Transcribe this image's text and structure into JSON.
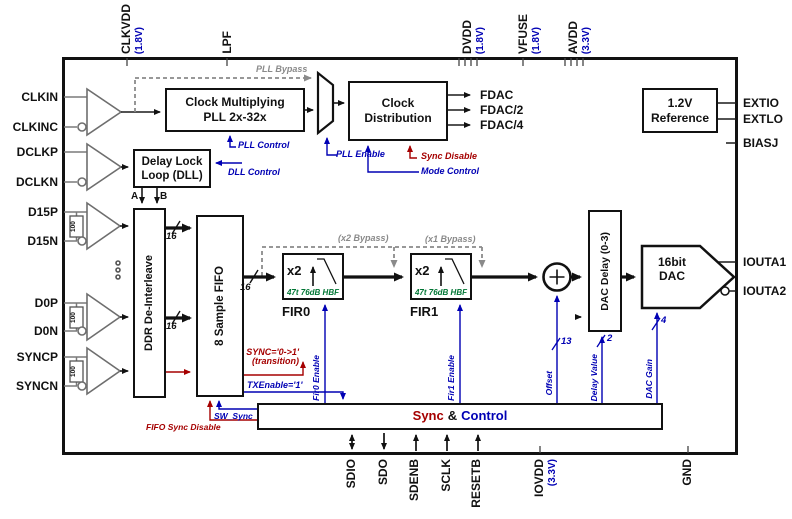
{
  "pins": {
    "top": [
      {
        "name": "CLKVDD",
        "volt": "(1.8V)"
      },
      {
        "name": "LPF"
      },
      {
        "name": "DVDD",
        "volt": "(1.8V)"
      },
      {
        "name": "VFUSE",
        "volt": "(1.8V)"
      },
      {
        "name": "AVDD",
        "volt": "(3.3V)"
      }
    ],
    "left": [
      "CLKIN",
      "CLKINC",
      "DCLKP",
      "DCLKN",
      "D15P",
      "D15N",
      "D0P",
      "D0N",
      "SYNCP",
      "SYNCN"
    ],
    "right": [
      "EXTIO",
      "EXTLO",
      "BIASJ",
      "IOUTA1",
      "IOUTA2"
    ],
    "bottom": [
      {
        "name": "SDIO"
      },
      {
        "name": "SDO"
      },
      {
        "name": "SDENB"
      },
      {
        "name": "SCLK"
      },
      {
        "name": "RESETB"
      },
      {
        "name": "IOVDD",
        "volt": "(3.3V)"
      },
      {
        "name": "GND"
      }
    ]
  },
  "blocks": {
    "pll": {
      "line1": "Clock Multiplying",
      "line2": "PLL 2x-32x"
    },
    "clock_dist": {
      "line1": "Clock",
      "line2": "Distribution"
    },
    "reference": {
      "line1": "1.2V",
      "line2": "Reference"
    },
    "dll": {
      "line1": "Delay Lock",
      "line2": "Loop (DLL)"
    },
    "ddr": "DDR De-Interleave",
    "fifo": "8 Sample FIFO",
    "fir0": {
      "label": "FIR0",
      "gain": "x2",
      "filter": "47t 76dB HBF"
    },
    "fir1": {
      "label": "FIR1",
      "gain": "x2",
      "filter": "47t 76dB HBF"
    },
    "dac_delay": "DAC Delay (0-3)",
    "dac": {
      "line1": "16bit",
      "line2": "DAC"
    },
    "sync_control": {
      "word1": "Sync",
      "amp": "&",
      "word2": "Control"
    }
  },
  "clock_outputs": [
    "FDAC",
    "FDAC/2",
    "FDAC/4"
  ],
  "signals": {
    "pll_bypass": "PLL Bypass",
    "pll_control": "PLL Control",
    "dll_control": "DLL Control",
    "pll_enable": "PLL Enable",
    "sync_disable": "Sync Disable",
    "mode_control": "Mode Control",
    "x2_bypass": "(x2 Bypass)",
    "x1_bypass": "(x1 Bypass)",
    "sync_transition_line1": "SYNC='0->1'",
    "sync_transition_line2": "(transition)",
    "tx_enable": "TXEnable='1'",
    "sw_sync": "SW_Sync",
    "fifo_sync_disable": "FIFO Sync Disable",
    "fir0_enable": "Fir0 Enable",
    "fir1_enable": "Fir1 Enable",
    "offset": "Offset",
    "delay_value": "Delay Value",
    "dac_gain": "DAC Gain"
  },
  "bus_labels": {
    "a": "A",
    "b": "B",
    "w16": "16",
    "w13": "13",
    "w2": "2",
    "w4": "4"
  },
  "resistor": "100",
  "colors": {
    "annotation_blue": "#0000b4",
    "annotation_red": "#a50000",
    "filter_green": "#007534",
    "bypass_gray": "#8a8a8a"
  }
}
